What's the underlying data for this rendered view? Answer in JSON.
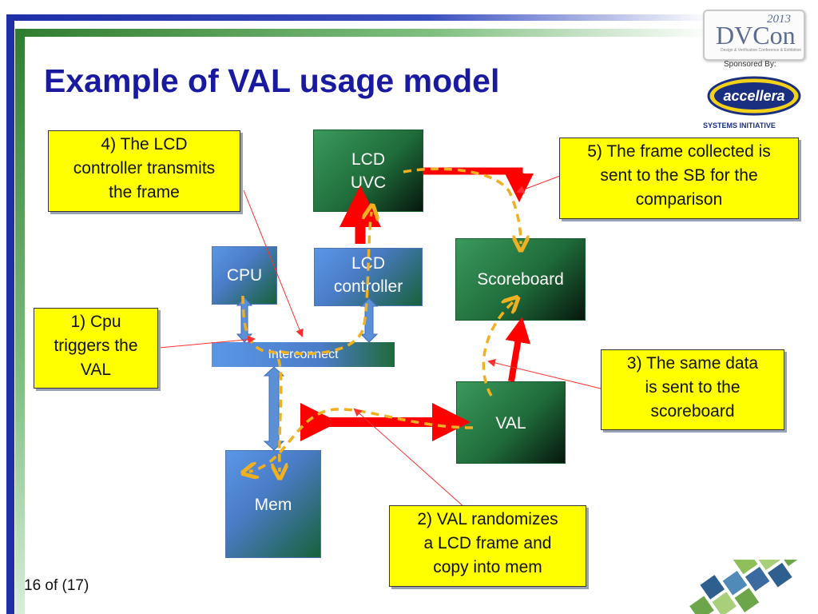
{
  "slide": {
    "title": "Example of VAL usage model",
    "footer": "16 of (17)"
  },
  "branding": {
    "conference_logo": "DVCon",
    "conference_year": "2013",
    "conference_subtitle": "Design & Verification Conference & Exhibition",
    "sponsored_label": "Sponsored By:",
    "sponsor_logo": "accellera",
    "sponsor_subtitle": "SYSTEMS INITIATIVE"
  },
  "blocks": {
    "lcd_uvc": [
      "LCD",
      "UVC"
    ],
    "cpu": "CPU",
    "lcd_controller": [
      "LCD",
      "controller"
    ],
    "scoreboard": "Scoreboard",
    "interconnect": "Interconnect",
    "val": "VAL",
    "mem": "Mem"
  },
  "callouts": {
    "step1": [
      "1) Cpu",
      "triggers the",
      "VAL"
    ],
    "step2": [
      "2) VAL randomizes",
      "a LCD frame and",
      "copy into mem"
    ],
    "step3": [
      "3) The same data",
      "is sent to the",
      "scoreboard"
    ],
    "step4": [
      "4) The LCD",
      "controller transmits",
      "the frame"
    ],
    "step5": [
      "5) The frame collected is",
      "sent to the SB for the",
      "comparison"
    ]
  },
  "colors": {
    "title": "#1a1aa0",
    "callout_fill": "#ffff00",
    "data_arrow": "#ff0000",
    "flow_arrow": "#f0b020",
    "bus_arrow": "#5b8fd6"
  }
}
